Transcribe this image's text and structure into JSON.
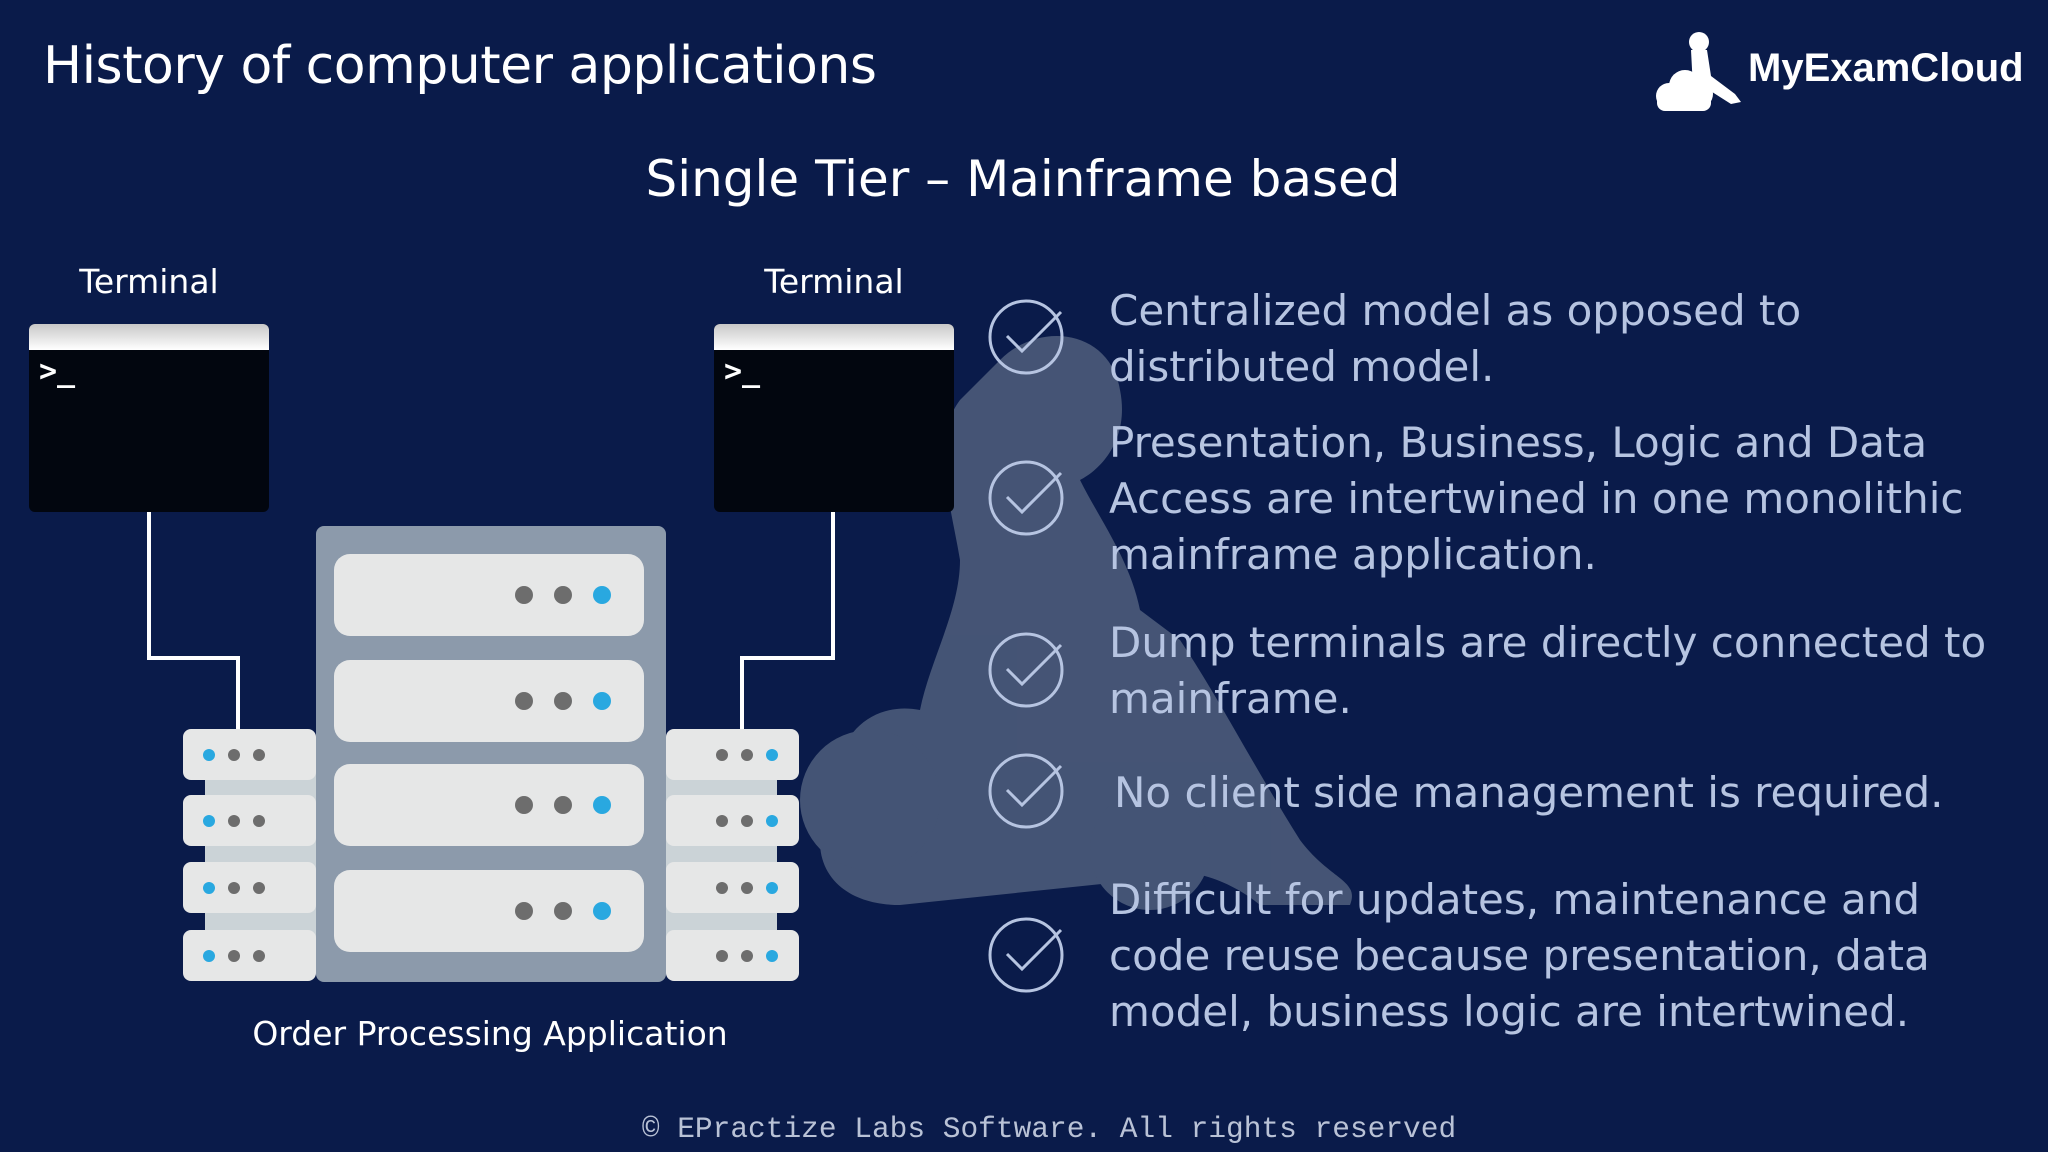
{
  "header": {
    "title": "History of computer applications",
    "logo_text": "MyExamCloud"
  },
  "slide": {
    "subtitle": "Single Tier – Mainframe based",
    "terminals": [
      {
        "label": "Terminal",
        "prompt": ">_"
      },
      {
        "label": "Terminal",
        "prompt": ">_"
      }
    ],
    "server_label": "Order Processing Application",
    "bullets": [
      "Centralized model as opposed to distributed model.",
      "Presentation, Business, Logic and Data Access are intertwined in one monolithic mainframe application.",
      "Dump terminals are directly connected to mainframe.",
      "No client side management is required.",
      "Difficult for updates, maintenance and code reuse because presentation, data model, business logic are intertwined."
    ]
  },
  "footer": {
    "copyright": "© EPractize Labs Software. All rights reserved"
  },
  "colors": {
    "background": "#0a1b4a",
    "bullet_text": "#b6c4e1",
    "led_blue": "#29a8e0",
    "led_gray": "#6d6d6d"
  }
}
